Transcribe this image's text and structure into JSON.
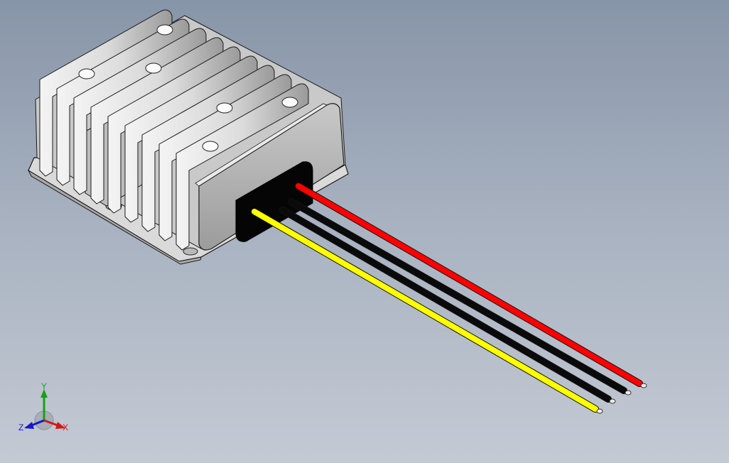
{
  "viewport": {
    "background_top": "#8795a8",
    "background_bottom": "#c4cad4"
  },
  "model": {
    "housing_color": "#d8d8d8",
    "fin_color": "#e6e6e6",
    "shadow_color": "#7a7a7a",
    "connector_color": "#050505",
    "wires": [
      {
        "name": "red",
        "color": "#ff0000"
      },
      {
        "name": "black",
        "color": "#0a0a0a"
      },
      {
        "name": "black",
        "color": "#0a0a0a"
      },
      {
        "name": "yellow",
        "color": "#ffff00"
      }
    ]
  },
  "triad": {
    "x_label": "X",
    "y_label": "Y",
    "z_label": "Z",
    "x_color": "#d01818",
    "y_color": "#18a018",
    "z_color": "#1818c8"
  }
}
